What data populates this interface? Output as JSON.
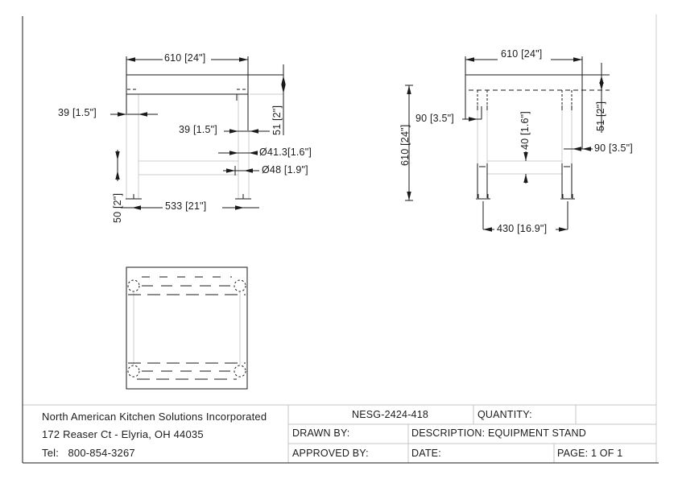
{
  "front_view": {
    "width": "610 [24\"]",
    "leg_left": "39 [1.5\"]",
    "leg_right": "39 [1.5\"]",
    "top_thickness": "51 [2\"]",
    "leg_diameter": "Ø41.3[1.6\"]",
    "foot_diameter": "Ø48 [1.9\"]",
    "foot_height": "50 [2\"]",
    "leg_spacing": "533 [21\"]"
  },
  "side_view": {
    "width": "610 [24\"]",
    "height": "610 [24\"]",
    "leg_inset_left": "90 [3.5\"]",
    "leg_inset_right": "90 [3.5\"]",
    "brace_size": "40 [1.6\"]",
    "top_thickness": "51 [2\"]",
    "foot_spacing": "430 [16.9\"]"
  },
  "title_block": {
    "company_name": "North American Kitchen Solutions Incorporated",
    "company_address": "172 Reaser Ct - Elyria, OH 44035",
    "company_phone": "Tel:   800-854-3267",
    "model_number": "NESG-2424-418",
    "quantity_label": "QUANTITY:",
    "drawn_by_label": "DRAWN BY:",
    "description": "DESCRIPTION: EQUIPMENT STAND",
    "approved_by_label": "APPROVED BY:",
    "date_label": "DATE:",
    "page_label": "PAGE: 1 OF 1"
  }
}
